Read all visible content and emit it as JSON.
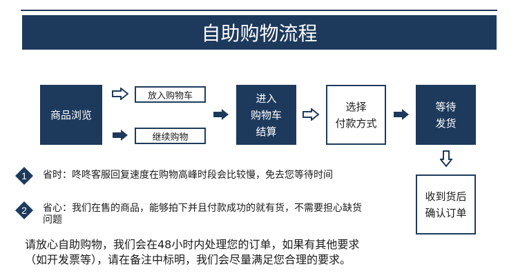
{
  "header": {
    "title": "自助购物流程"
  },
  "colors": {
    "primary": "#1d3a5c",
    "text": "#1a1a1a"
  },
  "flow": {
    "browse": "商品浏览",
    "add_to_cart": "放入购物车",
    "continue_shopping": "继续购物",
    "checkout": [
      "进入",
      "购物车",
      "结算"
    ],
    "payment": [
      "选择",
      "付款方式"
    ],
    "wait_ship": [
      "等待",
      "发货"
    ],
    "confirm": [
      "收到货后",
      "确认订单"
    ]
  },
  "notes": [
    {
      "number": "1",
      "text": "省时：咚咚客服回复速度在购物高峰时段会比较慢，免去您等待时间"
    },
    {
      "number": "2",
      "text_line1": "省心：我们在售的商品，能够拍下并且付款成功的就有货，不需要担心缺货",
      "text_line2": "问题"
    }
  ],
  "footer": {
    "line1": "请放心自助购物，我们会在48小时内处理您的订单，如果有其他要求",
    "line2": "（如开发票等），请在备注中标明，我们会尽量满足您合理的要求。"
  },
  "icons": {
    "solid_arrow": "solid-right-arrow-icon",
    "outline_arrow": "outline-right-arrow-icon",
    "outline_down_arrow": "outline-down-arrow-icon",
    "diamond": "diamond-number-icon"
  }
}
